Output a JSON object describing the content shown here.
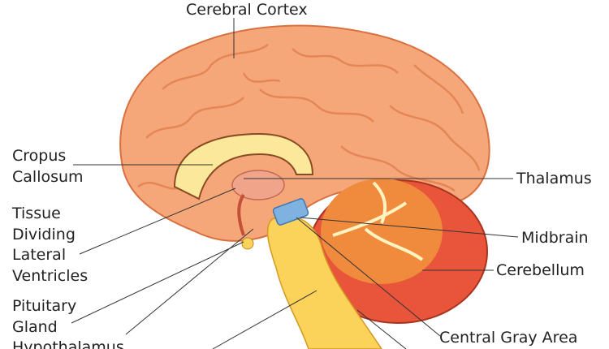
{
  "labels": {
    "cerebral_cortex": "Cerebral Cortex",
    "corpus_callosum": [
      "Cropus",
      "Callosum"
    ],
    "tissue_dividing": [
      "Tissue",
      "Dividing",
      "Lateral",
      "Ventricles"
    ],
    "pituitary_gland": [
      "Pituitary",
      "Gland"
    ],
    "hypothalamus": "Hypothalamus",
    "thalamus": "Thalamus",
    "midbrain": "Midbrain",
    "cerebellum": "Cerebellum",
    "central_gray_area": "Central Gray Area"
  },
  "colors": {
    "cortex": "#f6a77a",
    "cortex_outline": "#d9703f",
    "corpus_callosum": "#fbe89a",
    "cerebellum_outer": "#e8553a",
    "cerebellum_inner": "#f08a3c",
    "brainstem": "#fbd25a",
    "midbrain": "#7fb2e0",
    "leader_line": "#333333"
  }
}
